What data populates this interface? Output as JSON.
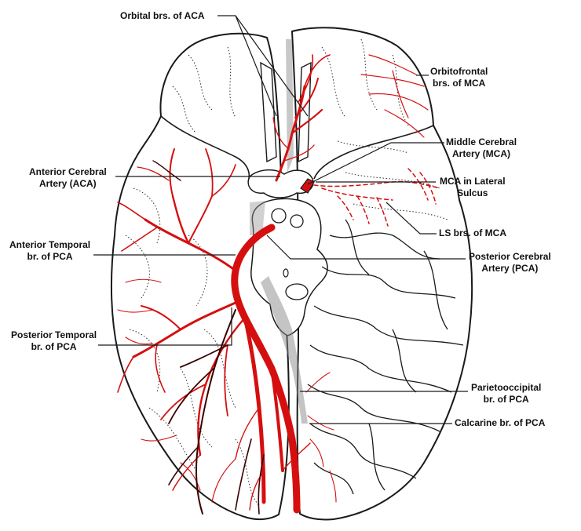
{
  "colors": {
    "artery": "#d50f0f",
    "outline": "#1a1a1a",
    "background": "#ffffff"
  },
  "labels": {
    "orbital_aca": "Orbital brs. of ACA",
    "orbitofrontal_mca": {
      "line1": "Orbitofrontal",
      "line2": "brs. of MCA"
    },
    "middle_cerebral": {
      "line1": "Middle Cerebral",
      "line2": "Artery (MCA)"
    },
    "mca_lateral_sulcus": {
      "line1": "MCA in Lateral",
      "line2": "Sulcus"
    },
    "anterior_cerebral": {
      "line1": "Anterior Cerebral",
      "line2": "Artery (ACA)"
    },
    "ls_mca": "LS brs. of MCA",
    "anterior_temporal_pca": {
      "line1": "Anterior Temporal",
      "line2": "br. of PCA"
    },
    "posterior_cerebral": {
      "line1": "Posterior Cerebral",
      "line2": "Artery (PCA)"
    },
    "posterior_temporal_pca": {
      "line1": "Posterior Temporal",
      "line2": "br. of PCA"
    },
    "parietooccipital_pca": {
      "line1": "Parietooccipital",
      "line2": "br. of PCA"
    },
    "calcarine_pca": "Calcarine br. of PCA"
  }
}
